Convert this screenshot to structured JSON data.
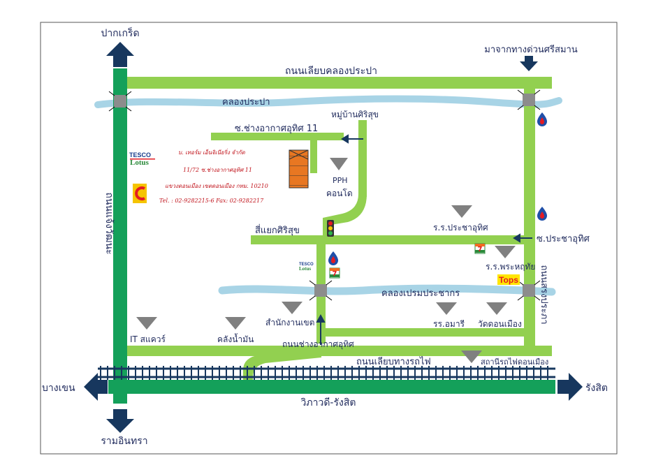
{
  "directions": {
    "north": "ปากเกร็ด",
    "south": "รามอินทรา",
    "west": "บางเขน",
    "east": "รังสิต",
    "top_right": "มาจากทางด่วนศรีสมาน"
  },
  "roads": {
    "top": "ถนนเลียบคลองประปา",
    "left": "ถนนแจ้งวัฒนะ",
    "right": "ถนนสรงประภา",
    "soi_11": "ซ.ช่างอากาศอุทิศ 11",
    "intersection": "สี่แยกศิริสุข",
    "prachauthit": "ซ.ประชาอุทิศ",
    "changakat": "ถนนช่างอากาศอุทิศ",
    "rail_road": "ถนนเลียบทางรถไฟ",
    "highway": "วิภาวดี-รังสิต"
  },
  "canals": {
    "prapa": "คลองประปา",
    "prem": "คลองเปรมประชากร"
  },
  "landmarks": {
    "village": "หมู่บ้านศิริสุข",
    "pph": "PPH",
    "condo": "คอนโด",
    "school_prachauthit": "ร.ร.ประชาอุทิศ",
    "school_phrahruthai": "ร.ร.พระหฤทัย",
    "office": "สำนักงานเขต",
    "oil_depot": "คลังน้ำมัน",
    "it_square": "IT สแควร์",
    "school_amari": "รร.อมารี",
    "wat": "วัดดอนเมือง",
    "station": "สถานีรถไฟดอนเมือง"
  },
  "brands": {
    "tesco_top": "TESCO",
    "lotus": "Lotus",
    "seven": "7",
    "tops": "Tops"
  },
  "company": {
    "name": "บ. เทอร์ม เอ็นจิเนียริ่ง จำกัด",
    "address1": "11/72 ซ.ช่างอากาศอุทิศ 11",
    "address2": "แขวงดอนเมือง เขตดอนเมือง กทม. 10210",
    "phone": "Tel. : 02-9282215-6  Fax: 02-9282217"
  },
  "colors": {
    "road": "#92d050",
    "highway": "#14a05a",
    "canal": "#a8d4e6",
    "arrow": "#17375e",
    "text": "#1f2a5c",
    "building": "#e87722",
    "landmark": "#808080",
    "company_text": "#c0121a"
  }
}
